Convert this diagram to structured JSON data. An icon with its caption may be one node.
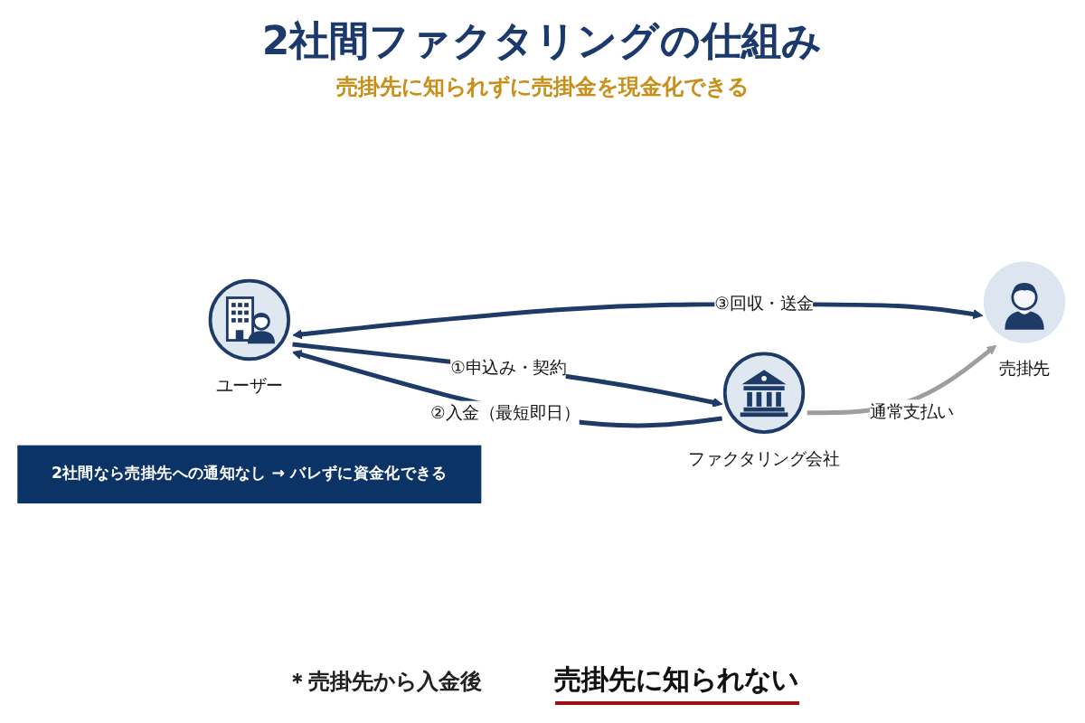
{
  "diagram": {
    "title": "2社間ファクタリングの仕組み",
    "nodes": [
      {
        "text": [
          "ユーザー"
        ]
      },
      {
        "text": [
          "ファクタリング会社"
        ]
      },
      {
        "text": [
          "売掛先"
        ]
      },
      {
        "text": [
          "2社間なら売掛先への通知なし → バレずに資金化できる"
        ]
      }
    ],
    "edges": [
      {
        "from": 0,
        "to": 1,
        "arrow": "to",
        "label": "①申込み・契約"
      },
      {
        "from": 1,
        "to": 0,
        "arrow": "to",
        "label": "②入金（最短即日）"
      },
      {
        "from": 0,
        "to": 2,
        "arrow": "both",
        "label": "③回収・送金"
      },
      {
        "from": 1,
        "to": 2,
        "arrow": "to",
        "label": "通常支払い",
        "color": "#9e9e9e"
      }
    ],
    "labels": [
      "売掛先に知られずに売掛金を現金化できる",
      "＊売掛先から入金後",
      "売掛先に知られない"
    ]
  }
}
